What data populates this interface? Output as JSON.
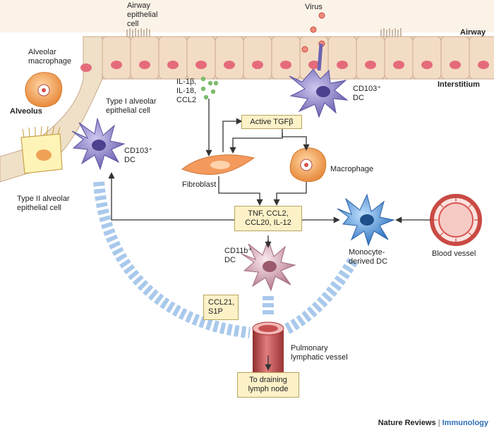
{
  "labels": {
    "airway_epithelial_cell": [
      "Airway",
      "epithelial",
      "cell"
    ],
    "virus": "Virus",
    "airway": "Airway",
    "interstitium": "Interstitium",
    "alveolar_macrophage": [
      "Alveolar",
      "macrophage"
    ],
    "alveolus": "Alveolus",
    "type1_cell": [
      "Type I alveolar",
      "epithelial cell"
    ],
    "type2_cell": [
      "Type II alveolar",
      "epithelial cell"
    ],
    "cytokines": [
      "IL-1β,",
      "IL-18,",
      "CCL2"
    ],
    "cd103_dc_top": [
      "CD103⁺",
      "DC"
    ],
    "cd103_dc_left": [
      "CD103⁺",
      "DC"
    ],
    "fibroblast": "Fibroblast",
    "macrophage": "Macrophage",
    "cd11b_dc": [
      "CD11b⁺",
      "DC"
    ],
    "monocyte_dc": [
      "Monocyte-",
      "derived DC"
    ],
    "blood_vessel": "Blood vessel",
    "pulmonary_lymphatic": [
      "Pulmonary",
      "lymphatic vessel"
    ]
  },
  "boxes": {
    "active_tgfb": "Active TGFβ",
    "mediators": [
      "TNF, CCL2,",
      "CCL20, IL-12"
    ],
    "ccl21_s1p": [
      "CCL21,",
      "S1P"
    ],
    "to_lymph_node": [
      "To draining",
      "lymph node"
    ]
  },
  "footer": {
    "publisher": "Nature Reviews",
    "separator": "|",
    "journal": "Immunology"
  },
  "colors": {
    "epithelium": "#f3dcc4",
    "epithelium_border": "#c9a98a",
    "nucleus": "#e56b7b",
    "dc_purple": "#7b73bb",
    "macrophage_orange": "#f0a257",
    "fibroblast_orange": "#f09a5a",
    "monocyte_dc_blue": "#3f86cf",
    "cd11b_pink": "#c98fa0",
    "blood_vessel_red": "#d9534f",
    "lymph_vessel": "#c74f4f",
    "migration_arrow": "#a9c9ec",
    "box_fill": "#fdf1c8",
    "journal_blue": "#2f6db5"
  }
}
